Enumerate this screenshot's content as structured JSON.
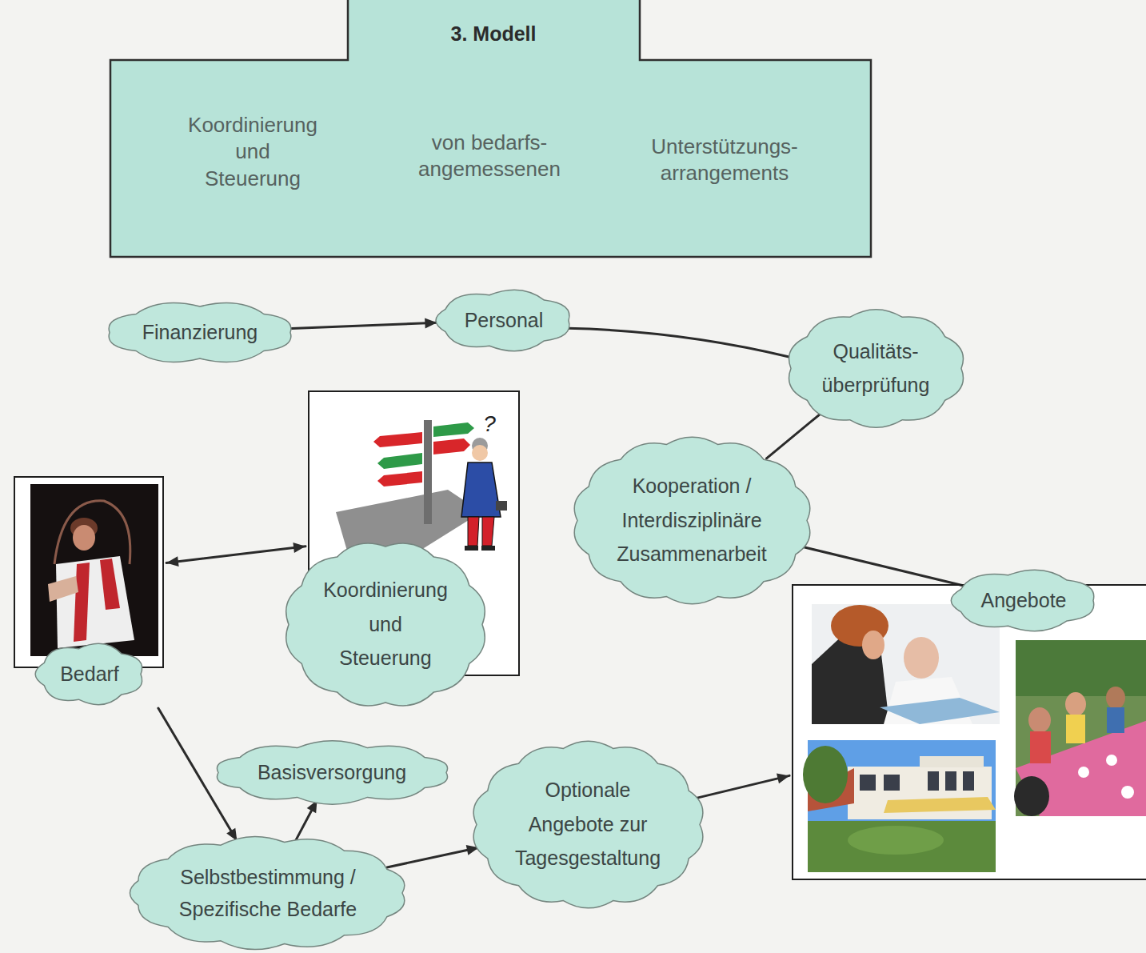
{
  "diagram": {
    "nodes": [
      {
        "text": [
          "3. Modell",
          "Koordinierung und Steuerung",
          "von bedarfs- angemessenen",
          "Unterstützungs- arrangements"
        ]
      },
      {
        "text": [
          "Finanzierung"
        ]
      },
      {
        "text": [
          "Personal"
        ]
      },
      {
        "text": [
          "Qualitäts- überprüfung"
        ]
      },
      {
        "text": [
          "Bedarf"
        ]
      },
      {
        "text": [
          "Koordinierung und Steuerung"
        ]
      },
      {
        "text": [
          "Kooperation / Interdisziplinäre Zusammenarbeit"
        ]
      },
      {
        "text": [
          "Angebote"
        ]
      },
      {
        "text": [
          "Basisversorgung"
        ]
      },
      {
        "text": [
          "Optionale Angebote zur Tagesgestaltung"
        ]
      },
      {
        "text": [
          "Selbstbestimmung / Spezifische Bedarfe"
        ]
      }
    ],
    "edges": [
      {
        "from": 1,
        "to": 2,
        "arrow": "to"
      },
      {
        "from": 2,
        "to": 3,
        "arrow": "none"
      },
      {
        "from": 3,
        "to": 6,
        "arrow": "none"
      },
      {
        "from": 6,
        "to": 7,
        "arrow": "none"
      },
      {
        "from": 4,
        "to": 5,
        "arrow": "both"
      },
      {
        "from": 4,
        "to": 10,
        "arrow": "to"
      },
      {
        "from": 10,
        "to": 8,
        "arrow": "to"
      },
      {
        "from": 10,
        "to": 9,
        "arrow": "to"
      },
      {
        "from": 9,
        "to": 7,
        "arrow": "to"
      }
    ],
    "labels": [
      "?"
    ]
  }
}
